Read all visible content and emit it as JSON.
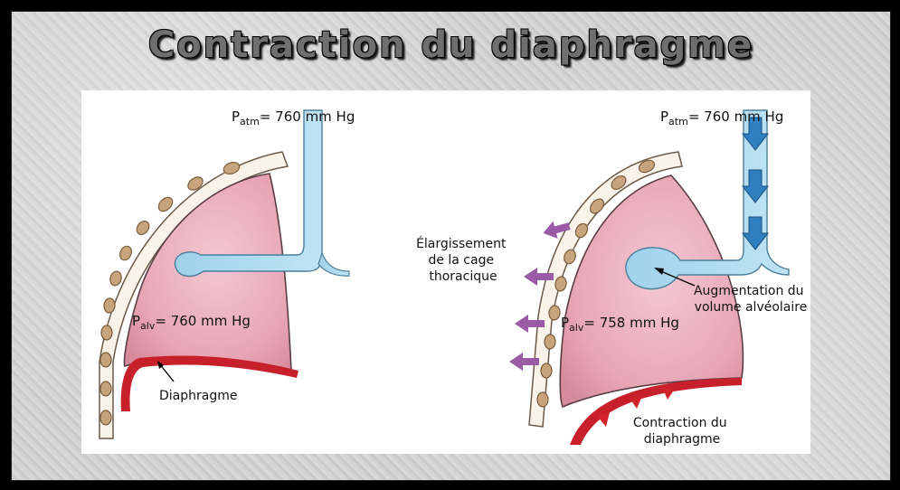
{
  "title": "Contraction du diaphragme",
  "left": {
    "patm_main": "P",
    "patm_sub": "atm",
    "patm_value": "= 760 mm Hg",
    "palv_main": "P",
    "palv_sub": "alv",
    "palv_value": "= 760 mm Hg",
    "diaphragm_label": "Diaphragme"
  },
  "right": {
    "patm_main": "P",
    "patm_sub": "atm",
    "patm_value": "= 760 mm Hg",
    "palv_main": "P",
    "palv_sub": "alv",
    "palv_value": "= 758 mm Hg",
    "rib_label_1": "Élargissement",
    "rib_label_2": "de la cage",
    "rib_label_3": "thoracique",
    "alv_label_1": "Augmentation du",
    "alv_label_2": "volume alvéolaire",
    "contraction_label_1": "Contraction du",
    "contraction_label_2": "diaphragme"
  },
  "colors": {
    "lung": "#e8a5b5",
    "airway": "#a9d8ef",
    "diaphragm": "#c8202a",
    "rib": "#c7a47c",
    "arrow_blue": "#2f7fc1",
    "arrow_purple": "#9a5aa6"
  }
}
